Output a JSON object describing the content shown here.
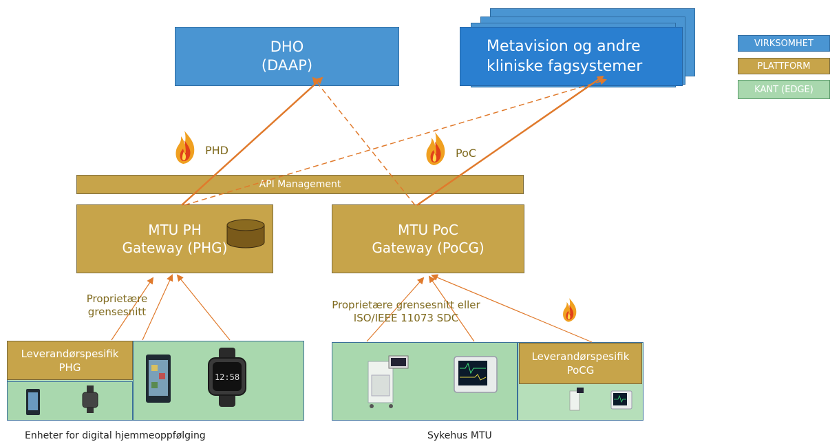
{
  "nodes": {
    "dho": {
      "line1": "DHO",
      "line2": "(DAAP)"
    },
    "metavision": {
      "line1": "Metavision og andre",
      "line2": "kliniske fagsystemer"
    },
    "api": {
      "label": "API Management"
    },
    "mtu_ph": {
      "line1": "MTU PH",
      "line2": "Gateway (PHG)"
    },
    "mtu_poc": {
      "line1": "MTU PoC",
      "line2": "Gateway (PoCG)"
    },
    "lev_phg": {
      "line1": "Leverandørspesifik",
      "line2": "PHG"
    },
    "lev_pocg": {
      "line1": "Leverandørspesifik",
      "line2": "PoCG"
    }
  },
  "labels": {
    "phd": "PHD",
    "poc": "PoC",
    "prop1_line1": "Proprietære",
    "prop1_line2": "grensesnitt",
    "prop2_line1": "Proprietære grensesnitt eller",
    "prop2_line2": "ISO/IEEE 11073 SDC",
    "enheter": "Enheter for digital hjemmeoppfølging",
    "sykehus": "Sykehus MTU"
  },
  "legend": {
    "virksomhet": "VIRKSOMHET",
    "plattform": "PLATTFORM",
    "kant": "KANT (EDGE)"
  },
  "icons": [
    "fire-icon",
    "database-icon",
    "smartphone-icon",
    "smartwatch-icon",
    "anesthesia-machine-icon",
    "patient-monitor-icon"
  ],
  "colors": {
    "virksomhet": "#4a95d2",
    "plattform": "#c7a44a",
    "kant": "#a9d8ae",
    "arrow": "#e07a2c"
  }
}
